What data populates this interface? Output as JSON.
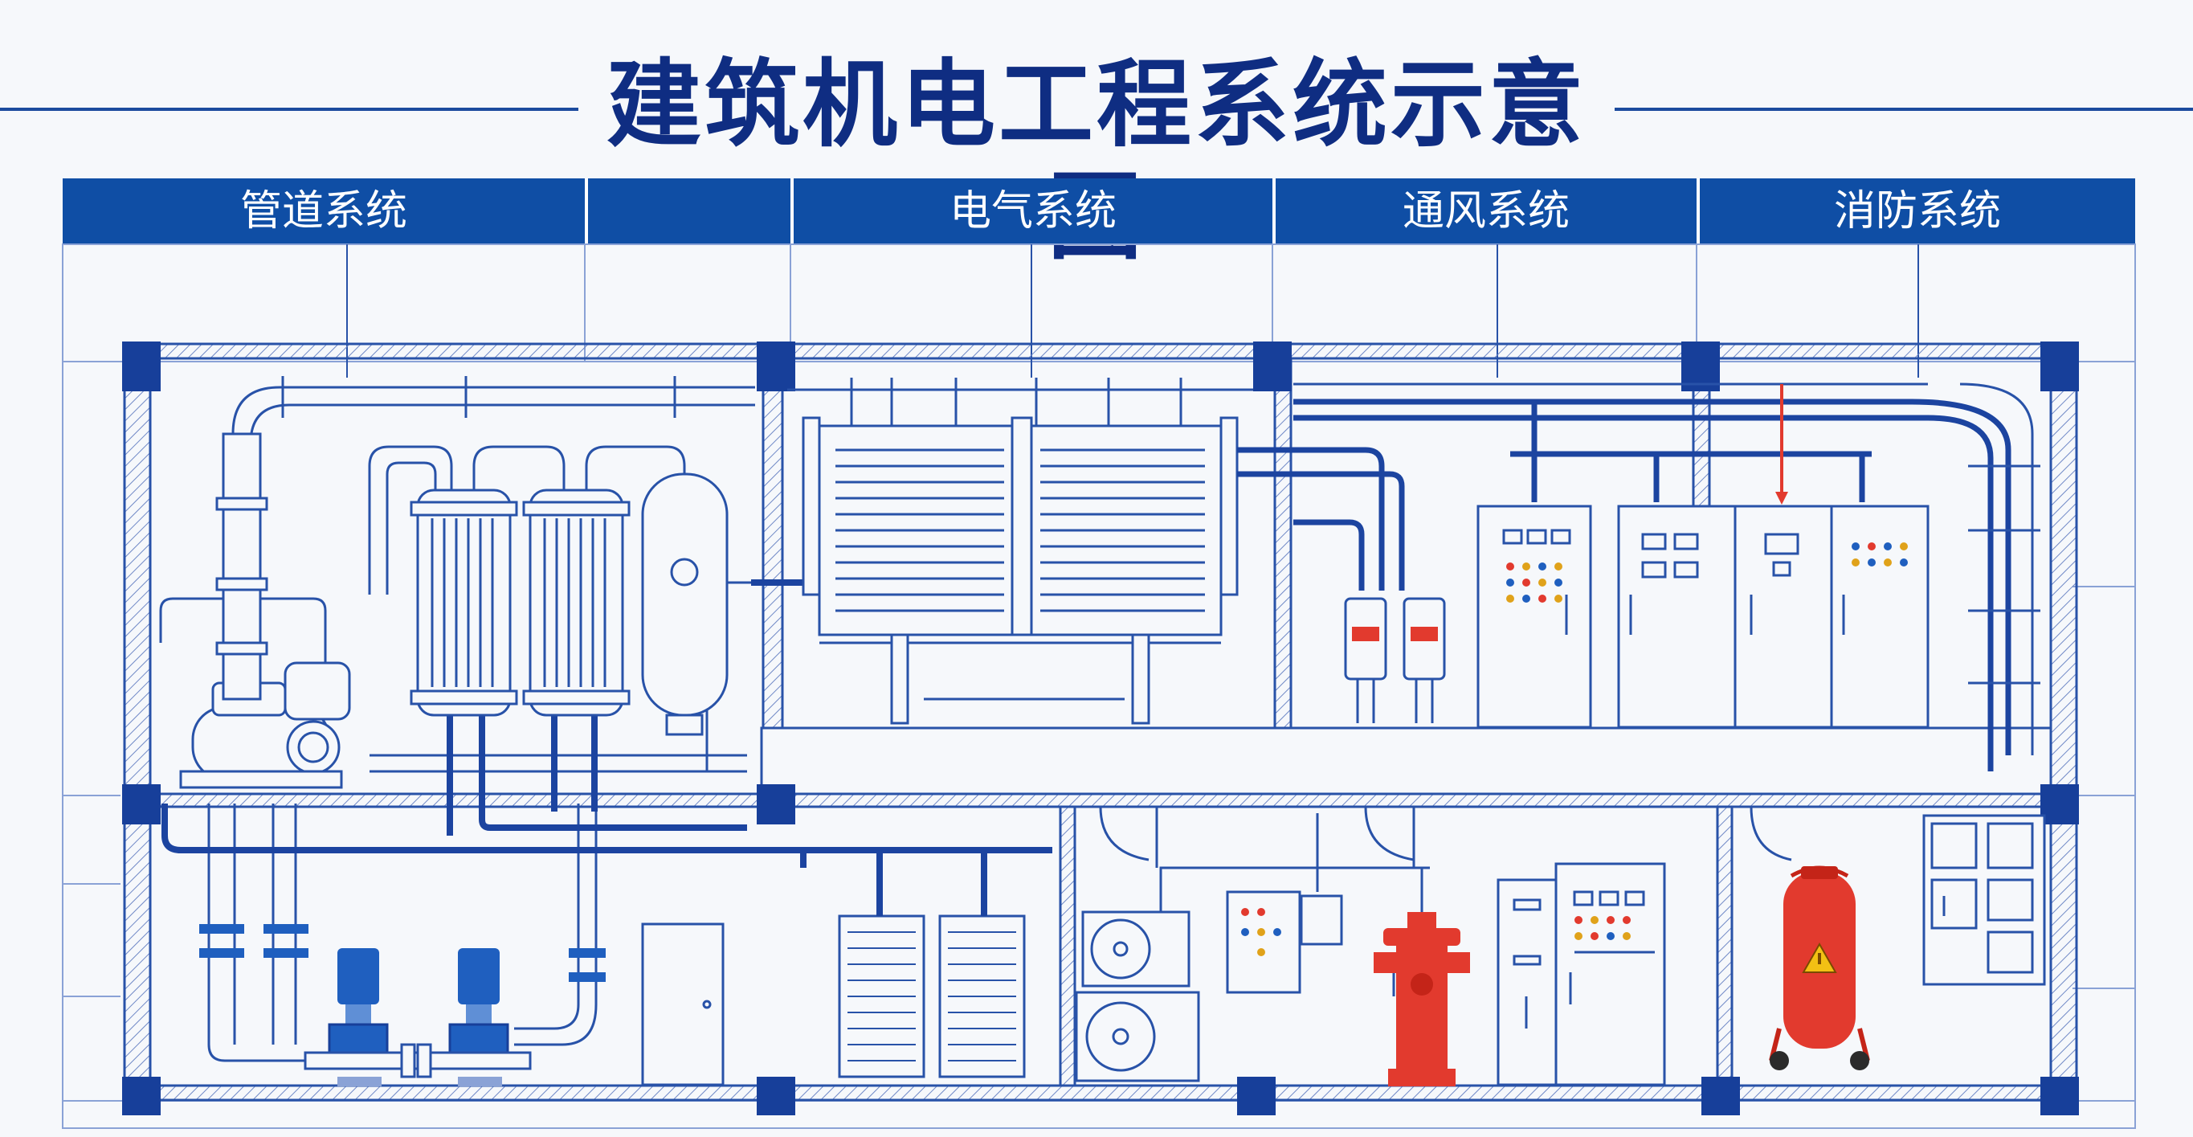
{
  "title": "建筑机电工程系统示意图",
  "systems": [
    {
      "label": "管道系统"
    },
    {
      "label": "电气系统"
    },
    {
      "label": "通风系统"
    },
    {
      "label": "消防系统"
    }
  ],
  "colors": {
    "title": "#0f2d82",
    "header": "#0f4ea5",
    "line": "#2852a8",
    "pipe_dark": "#1c44a0",
    "fire_red": "#e23a2e",
    "pump_blue": "#1f5fbf",
    "background": "#f6f8fb"
  },
  "icons": [
    "pump-icon",
    "heat-exchanger-icon",
    "pressure-tank-icon",
    "transformer-icon",
    "control-cabinet-icon",
    "ac-outdoor-unit-icon",
    "fire-hydrant-icon",
    "fire-extinguisher-icon",
    "warning-triangle-icon"
  ]
}
